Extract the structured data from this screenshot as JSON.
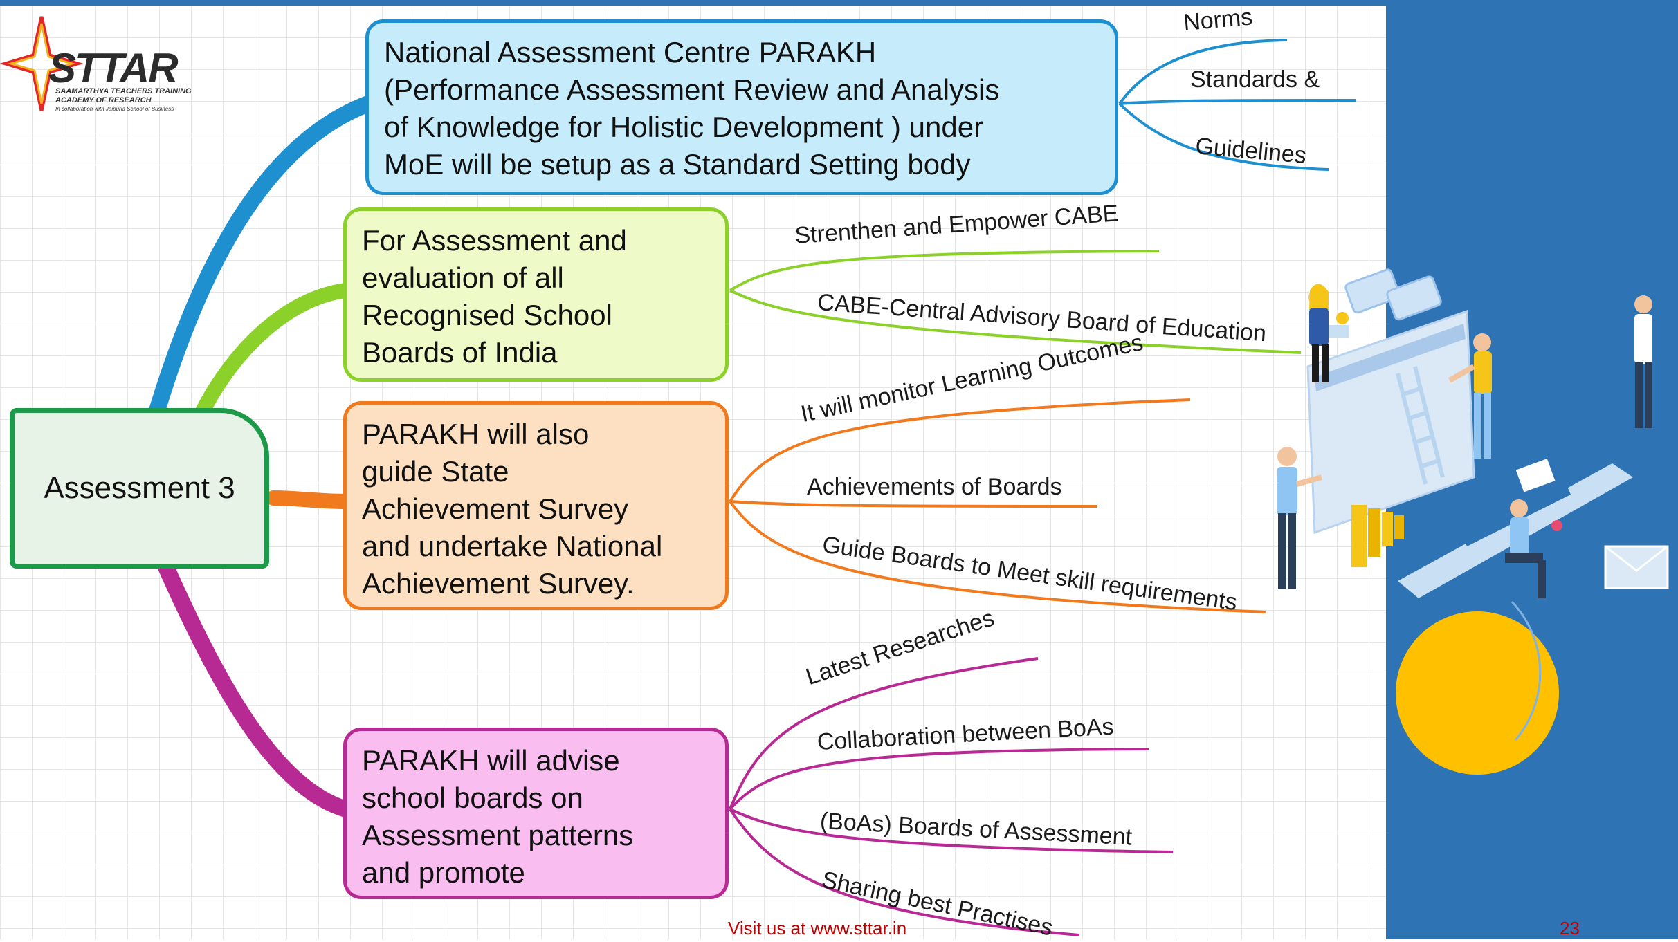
{
  "slide": {
    "footer_link": "Visit us at www.sttar.in",
    "page_number": "23"
  },
  "logo": {
    "name": "STTAR",
    "subtitle_line1": "SAAMARTHYA TEACHERS TRAINING",
    "subtitle_line2": "ACADEMY OF RESEARCH",
    "tagline": "In collaboration with Jaipuria School of Business"
  },
  "mindmap": {
    "root": "Assessment 3",
    "branches": [
      {
        "text": "National Assessment Centre PARAKH\n(Performance Assessment Review and Analysis\nof Knowledge for Holistic Development ) under\nMoE will be setup as a Standard Setting body",
        "color": "#1e8fcf",
        "leaves": [
          "Norms",
          "Standards &",
          "Guidelines"
        ]
      },
      {
        "text": "For Assessment and\nevaluation of all\nRecognised School\nBoards of India",
        "color": "#8bd12a",
        "leaves": [
          "Strenthen and Empower CABE",
          "CABE-Central Advisory Board of Education"
        ]
      },
      {
        "text": "PARAKH will also\nguide State\nAchievement Survey\nand undertake National\nAchievement Survey.",
        "color": "#f07a1d",
        "leaves": [
          "It will monitor Learning Outcomes",
          "Achievements of Boards",
          "Guide Boards to Meet skill requirements"
        ]
      },
      {
        "text": "PARAKH will advise\nschool boards on\nAssessment patterns\nand promote",
        "color": "#b82a93",
        "leaves": [
          "Latest Researches",
          "Collaboration between BoAs",
          "(BoAs) Boards of Assessment",
          "Sharing best Practises"
        ]
      }
    ]
  },
  "colors": {
    "side_panel": "#2e74b5",
    "root_border": "#1c9a4a",
    "footer_text": "#c00000"
  }
}
